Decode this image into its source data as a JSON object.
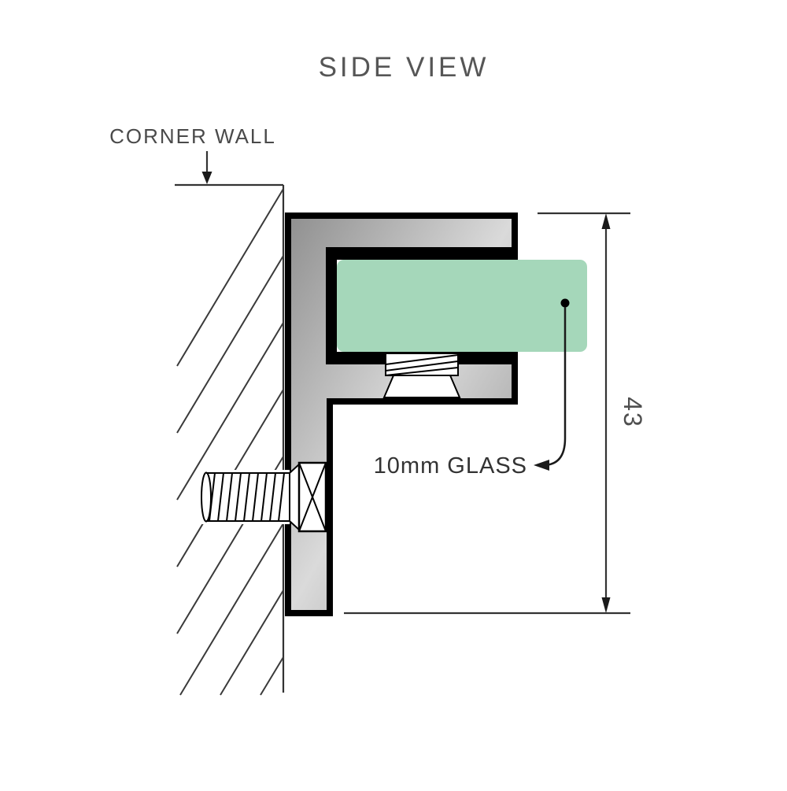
{
  "title": "SIDE VIEW",
  "wall": {
    "label": "CORNER WALL"
  },
  "glass": {
    "label": "10mm GLASS",
    "color": "#a5d7ba"
  },
  "dimension": {
    "height_mm": "43"
  },
  "colors": {
    "bracket_dark": "#8f8f8f",
    "bracket_light": "#dadada",
    "outline": "#000000",
    "line": "#333333"
  }
}
